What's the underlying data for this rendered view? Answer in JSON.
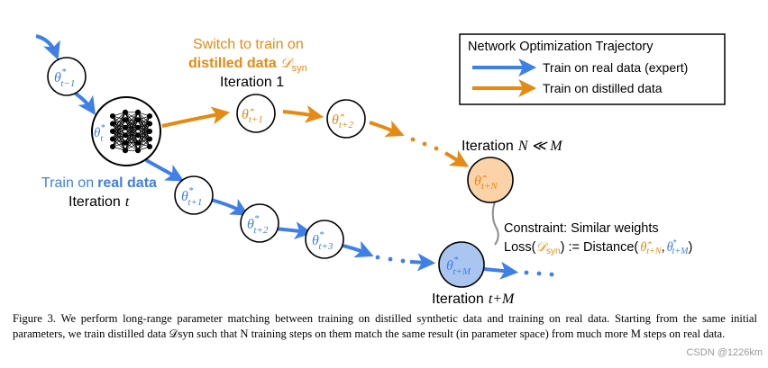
{
  "colors": {
    "real": "#3f7fe8",
    "distilled": "#e58a14",
    "target_fill_distilled": "#fcd3a8",
    "target_fill_real": "#aac6f0"
  },
  "legend": {
    "title": "Network Optimization Trajectory",
    "items": [
      {
        "label": "Train on real data (expert)",
        "color": "#3f7fe8"
      },
      {
        "label": "Train on distilled data",
        "color": "#e58a14"
      }
    ]
  },
  "labels": {
    "switch_line1": "Switch to train on",
    "switch_line2_bold": "distilled data",
    "switch_line2_math": "𝒟",
    "switch_line2_sub": "syn",
    "iteration_1": "Iteration 1",
    "train_on": "Train on",
    "real_data": "real data",
    "iteration_t_word": "Iteration",
    "iteration_t_var": "t",
    "iteration_N_word": "Iteration",
    "iteration_N_expr": "N ≪ M",
    "iteration_tM_word": "Iteration",
    "iteration_tM_expr": "t+M",
    "constraint": "Constraint: Similar weights",
    "loss_prefix": "Loss(",
    "loss_D": "𝒟",
    "loss_sub": "syn",
    "loss_mid": ") := Distance(",
    "loss_theta_hat": "θ̂",
    "loss_theta_hat_sub": "t+N",
    "loss_comma": ",",
    "loss_theta_star": "θ",
    "loss_theta_star_sup": "*",
    "loss_theta_star_sub": "t+M",
    "loss_close": ")"
  },
  "nodes": {
    "prev": {
      "symbol": "θ",
      "sup": "*",
      "sub": "t−1"
    },
    "current": {
      "symbol": "θ",
      "sup": "*",
      "sub": "t"
    },
    "hat1": {
      "symbol": "θ̂",
      "sub": "t+1"
    },
    "hat2": {
      "symbol": "θ̂",
      "sub": "t+2"
    },
    "hatN": {
      "symbol": "θ̂",
      "sub": "t+N"
    },
    "star1": {
      "symbol": "θ",
      "sup": "*",
      "sub": "t+1"
    },
    "star2": {
      "symbol": "θ",
      "sup": "*",
      "sub": "t+2"
    },
    "star3": {
      "symbol": "θ",
      "sup": "*",
      "sub": "t+3"
    },
    "starM": {
      "symbol": "θ",
      "sup": "*",
      "sub": "t+M"
    }
  },
  "caption": {
    "text": "Figure 3. We perform long-range parameter matching between training on distilled synthetic data and training on real data. Starting from the same initial parameters, we train distilled data 𝒟syn such that N training steps on them match the same result (in parameter space) from much more M steps on real data."
  },
  "watermark": "CSDN @1226km"
}
